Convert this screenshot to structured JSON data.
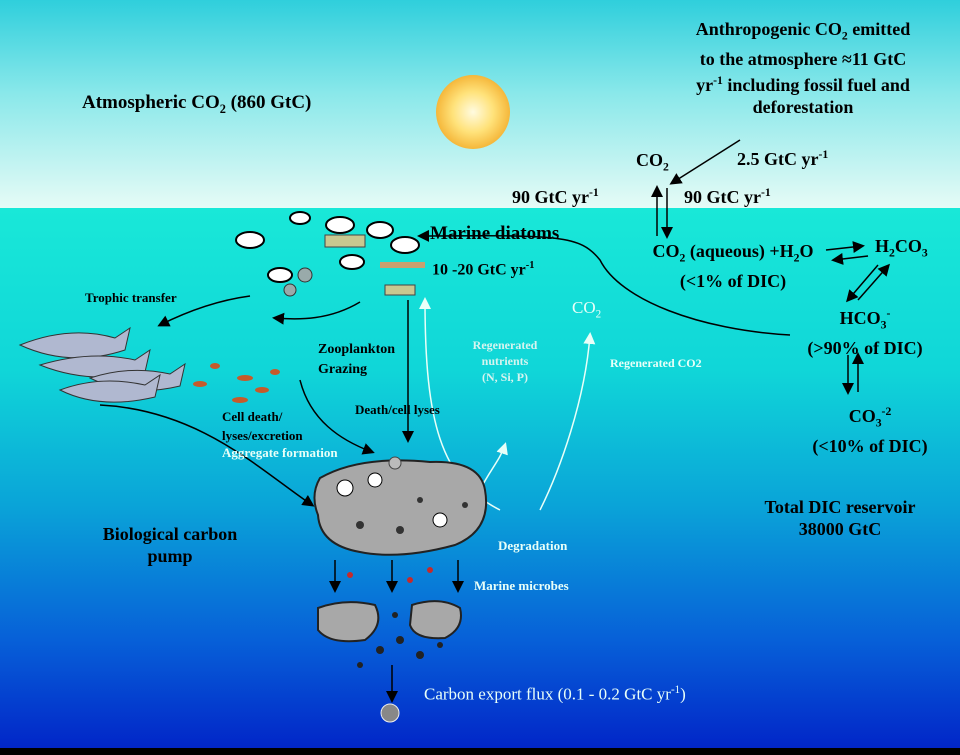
{
  "atmosphere": {
    "label": "Atmospheric CO",
    "sub": "2",
    "amount": " (860 GtC)"
  },
  "anthropogenic": {
    "line1": "Anthropogenic CO",
    "sub": "2",
    "line1b": " emitted",
    "line2": "to the atmosphere ≈11 GtC",
    "line3a": "yr",
    "sup": "-1",
    "line3b": " including fossil fuel and",
    "line4": "deforestation"
  },
  "fluxes": {
    "co2": "CO",
    "co2_sub": "2",
    "uptake": "2.5 GtC yr",
    "uptake_sup": "-1",
    "left_flux": "90 GtC yr",
    "left_sup": "-1",
    "right_flux": "90 GtC yr",
    "right_sup": "-1"
  },
  "chemistry": {
    "aqueous_a": "CO",
    "aqueous_sub": "2",
    "aqueous_b": " (aqueous) +H",
    "aqueous_sub2": "2",
    "aqueous_c": "O",
    "aqueous_pct": "(<1% of DIC)",
    "carbonic_a": "H",
    "carbonic_sub": "2",
    "carbonic_b": "CO",
    "carbonic_sub2": "3",
    "bicarbonate": "HCO",
    "bicarbonate_sub": "3",
    "bicarbonate_sup": "-",
    "bicarbonate_pct": "(>90% of DIC)",
    "carbonate": "CO",
    "carbonate_sub": "3",
    "carbonate_sup": "-2",
    "carbonate_pct": "(<10% of DIC)"
  },
  "reservoir": {
    "line1": "Total DIC reservoir",
    "line2": "38000 GtC"
  },
  "biology": {
    "diatoms": "Marine diatoms",
    "diatom_flux": "10 -20 GtC yr",
    "diatom_sup": "-1",
    "trophic": "Trophic transfer",
    "zooplankton1": "Zooplankton",
    "zooplankton2": "Grazing",
    "cell_death1": "Cell death/",
    "cell_death2": "lyses/excretion",
    "aggregate": "Aggregate formation",
    "death_lyses": "Death/cell lyses",
    "pump1": "Biological carbon",
    "pump2": "pump",
    "degradation": "Degradation",
    "microbes": "Marine microbes",
    "regen_nutr1": "Regenerated",
    "regen_nutr2": "nutrients",
    "regen_nutr3": "(N, Si, P)",
    "regen_co2_label": "CO",
    "regen_co2_sub": "2",
    "regen_co2": "Regenerated CO2",
    "export_a": "Carbon export flux (0.1 - 0.2 GtC yr",
    "export_sup": "-1",
    "export_b": ")"
  },
  "colors": {
    "sky_top": "#2fcfdc",
    "sea_top": "#19e8d8",
    "sea_bottom": "#0226c8",
    "sun": "#ffd24a"
  }
}
